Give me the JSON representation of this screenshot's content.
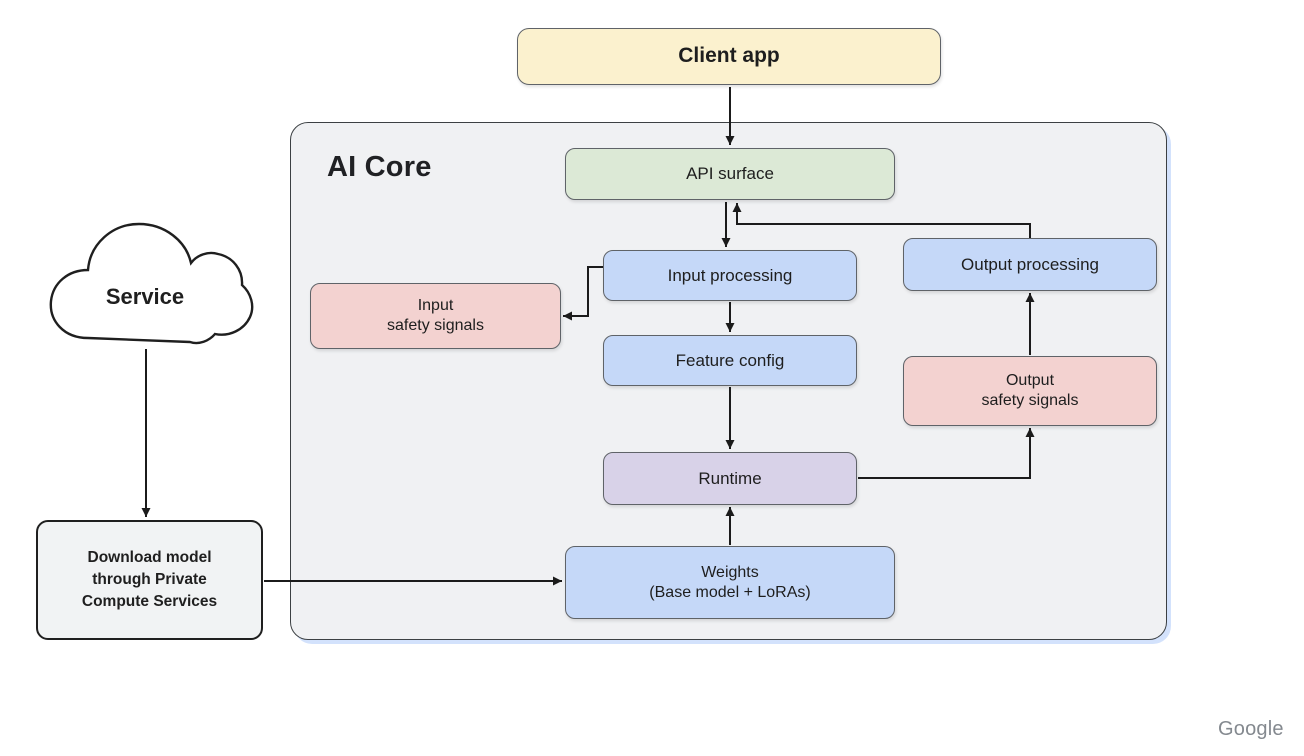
{
  "diagram": {
    "client_app": "Client app",
    "container_label": "AI Core",
    "nodes": {
      "api_surface": "API surface",
      "input_processing": "Input processing",
      "input_safety": {
        "lines": [
          "Input",
          "safety signals"
        ]
      },
      "feature_config": "Feature config",
      "runtime": "Runtime",
      "weights": {
        "lines": [
          "Weights",
          "(Base model + LoRAs)"
        ]
      },
      "output_processing": "Output processing",
      "output_safety": {
        "lines": [
          "Output",
          "safety signals"
        ]
      }
    },
    "external": {
      "service": "Service",
      "download": {
        "lines": [
          "Download model",
          "through Private",
          "Compute Services"
        ]
      }
    },
    "colors": {
      "client_app_fill": "#FBF1CE",
      "api_surface_fill": "#DCE9D6",
      "process_fill": "#C5D8F8",
      "safety_fill": "#F3D2D0",
      "runtime_fill": "#D8D2E8",
      "container_fill": "#F0F1F3",
      "external_fill": "#F1F3F4",
      "arrow": "#1B1B1B"
    },
    "footer_brand": "Google"
  }
}
